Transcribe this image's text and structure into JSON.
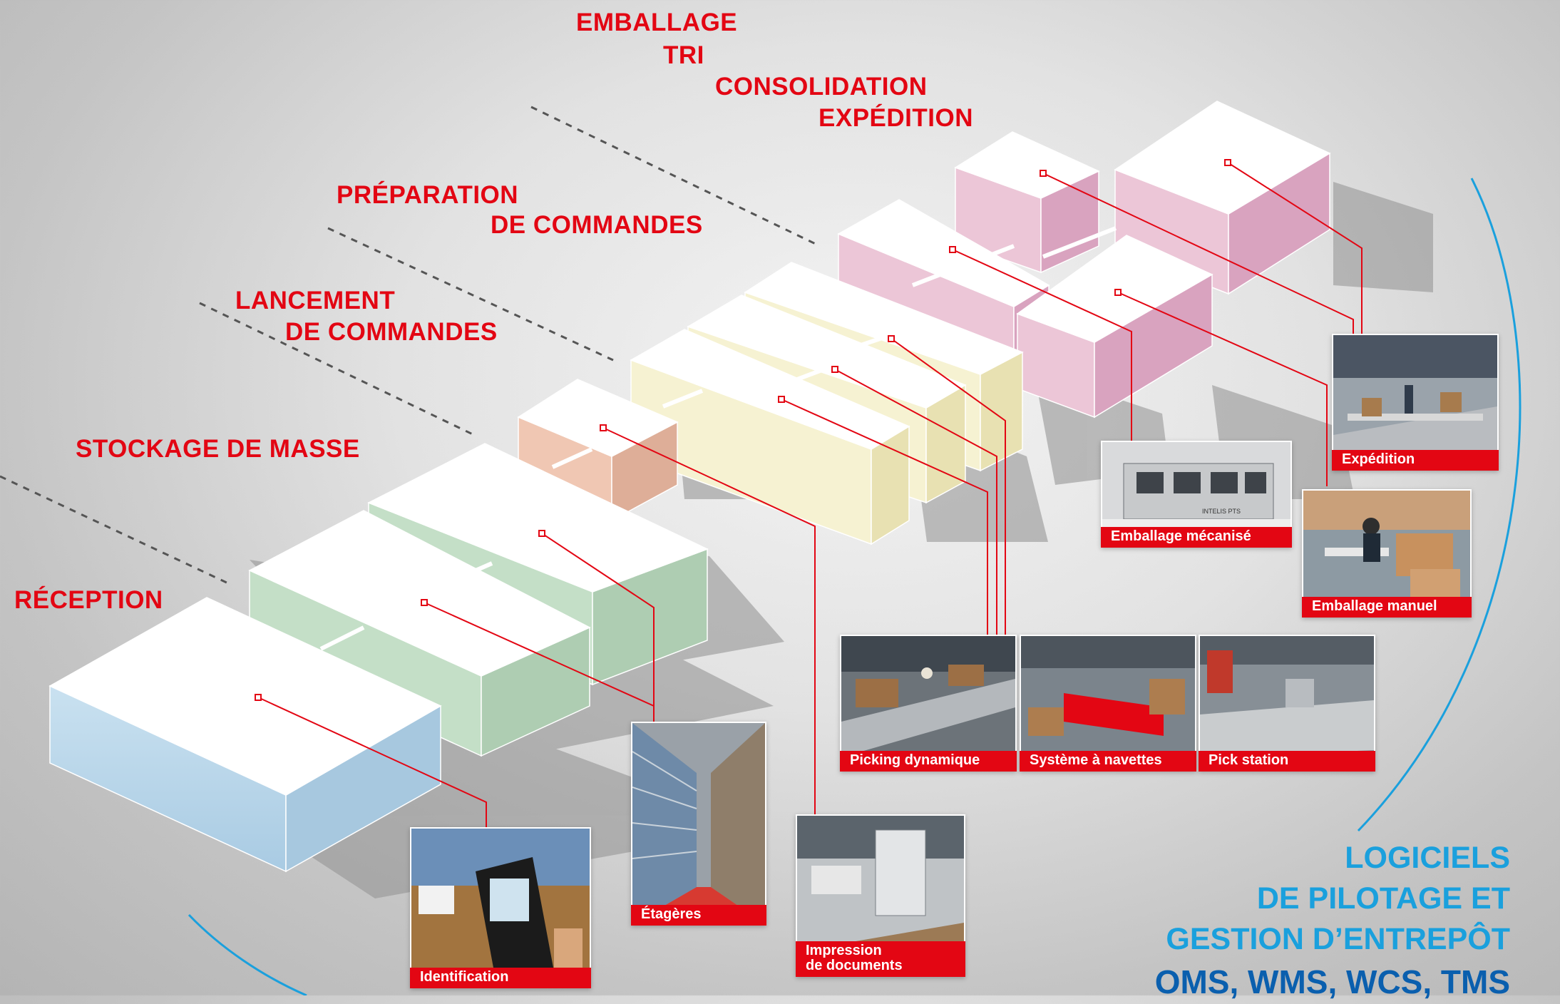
{
  "zones": {
    "emballage": {
      "line1": "EMBALLAGE",
      "line2": "TRI",
      "line3": "CONSOLIDATION",
      "line4": "EXPÉDITION"
    },
    "preparation": {
      "line1": "PRÉPARATION",
      "line2": "DE COMMANDES"
    },
    "lancement": {
      "line1": "LANCEMENT",
      "line2": "DE COMMANDES"
    },
    "stockage": {
      "line1": "STOCKAGE DE MASSE"
    },
    "reception": {
      "line1": "RÉCEPTION"
    }
  },
  "photos": {
    "expedition": "Expédition",
    "emballage_mecanise": "Emballage mécanisé",
    "emballage_manuel": "Emballage manuel",
    "picking_dynamique": "Picking dynamique",
    "systeme_navettes": "Système à navettes",
    "pick_station": "Pick station",
    "etageres": "Étagères",
    "impression_line1": "Impression",
    "impression_line2": "de documents",
    "identification": "Identification"
  },
  "machine_brand": "INTELIS PTS",
  "software": {
    "line1": "LOGICIELS",
    "line2": "DE PILOTAGE ET",
    "line3": "GESTION D’ENTREPÔT",
    "line4": "OMS, WMS, WCS, TMS"
  },
  "colors": {
    "accent_red": "#e30613",
    "reception": "#bcd9ec",
    "stockage": "#b8d8bd",
    "lancement": "#ebbfa8",
    "preparation": "#f4efcc",
    "emballage": "#e8c0d3",
    "software_light": "#1aa0dd",
    "software_dark": "#0a5fae"
  }
}
